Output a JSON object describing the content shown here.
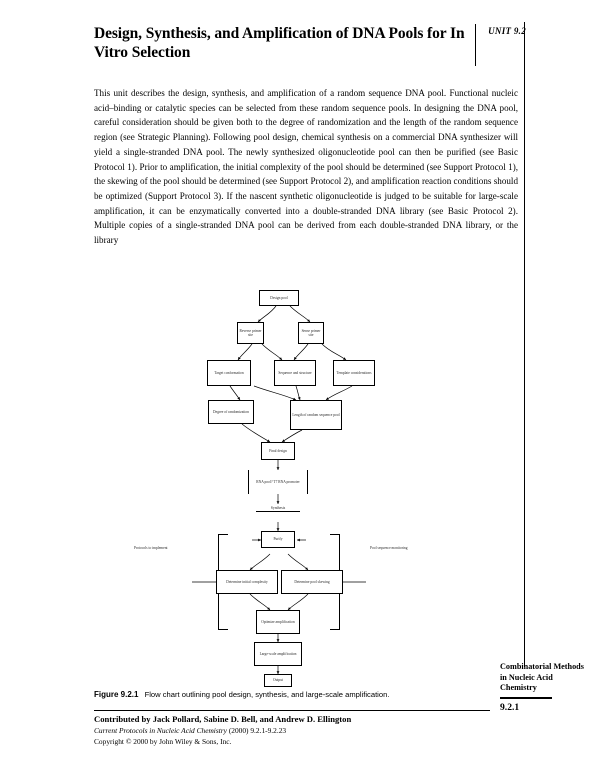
{
  "header": {
    "title": "Design, Synthesis, and Amplification of DNA Pools for In Vitro Selection",
    "unit_label": "UNIT 9.2"
  },
  "body": {
    "paragraph": "This unit describes the design, synthesis, and amplification of a random sequence DNA pool. Functional nucleic acid–binding or catalytic species can be selected from these random sequence pools. In designing the DNA pool, careful consideration should be given both to the degree of randomization and the length of the random sequence region (see Strategic Planning). Following pool design, chemical synthesis on a commercial DNA synthesizer will yield a single-stranded DNA pool. The newly synthesized oligonucleotide pool can then be purified (see Basic Protocol 1). Prior to amplification, the initial complexity of the pool should be determined (see Support Protocol 1), the skewing of the pool should be determined (see Support Protocol 2), and amplification reaction conditions should be optimized (Support Protocol 3). If the nascent synthetic oligonucleotide is judged to be suitable for large-scale amplification, it can be enzymatically converted into a double-stranded DNA library (see Basic Protocol 2). Multiple copies of a single-stranded DNA pool can be derived from each double-stranded DNA library, or the library"
  },
  "figure": {
    "caption_label": "Figure 9.2.1",
    "caption_text": "Flow chart outlining pool design, synthesis, and large-scale amplification.",
    "chart_type": "flowchart",
    "nodes": [
      {
        "id": "design-pool",
        "label": "Design pool",
        "shape": "box"
      },
      {
        "id": "reverse-primer",
        "label": "Reverse primer site",
        "shape": "box"
      },
      {
        "id": "sense-primer",
        "label": "Sense primer site",
        "shape": "box"
      },
      {
        "id": "target-conformation",
        "label": "Target conformation",
        "shape": "box"
      },
      {
        "id": "sequence-structure",
        "label": "Sequence and structure",
        "shape": "box"
      },
      {
        "id": "template-consider",
        "label": "Template considerations",
        "shape": "box"
      },
      {
        "id": "degree-random",
        "label": "Degree of randomization",
        "shape": "box"
      },
      {
        "id": "length-random",
        "label": "Length of random sequence pool",
        "shape": "box"
      },
      {
        "id": "final-design",
        "label": "Final design",
        "shape": "box"
      },
      {
        "id": "rna-pool",
        "label": "RNA pool? T7 RNA promoter",
        "shape": "bracket"
      },
      {
        "id": "synthesis",
        "label": "Synthesis",
        "shape": "underline"
      },
      {
        "id": "purify",
        "label": "Purify",
        "shape": "box"
      },
      {
        "id": "determine-complex",
        "label": "Determine initial complexity",
        "shape": "box"
      },
      {
        "id": "determine-skewing",
        "label": "Determine pool skewing",
        "shape": "box"
      },
      {
        "id": "optimize-amp",
        "label": "Optimize amplification",
        "shape": "box"
      },
      {
        "id": "large-scale-amp",
        "label": "Large-scale amplification",
        "shape": "box"
      },
      {
        "id": "output",
        "label": "Output",
        "shape": "box"
      }
    ],
    "side_labels": [
      {
        "id": "left-bracket-label",
        "label": "Protocols to implement"
      },
      {
        "id": "right-bracket-label",
        "label": "Pool sequence monitoring"
      }
    ],
    "edges": [
      {
        "from": "design-pool",
        "to": "reverse-primer"
      },
      {
        "from": "design-pool",
        "to": "sense-primer"
      },
      {
        "from": "reverse-primer",
        "to": "target-conformation"
      },
      {
        "from": "reverse-primer",
        "to": "sequence-structure"
      },
      {
        "from": "sense-primer",
        "to": "sequence-structure"
      },
      {
        "from": "sense-primer",
        "to": "template-consider"
      },
      {
        "from": "target-conformation",
        "to": "degree-random"
      },
      {
        "from": "target-conformation",
        "to": "length-random"
      },
      {
        "from": "sequence-structure",
        "to": "length-random"
      },
      {
        "from": "template-consider",
        "to": "length-random"
      },
      {
        "from": "degree-random",
        "to": "final-design"
      },
      {
        "from": "length-random",
        "to": "final-design"
      },
      {
        "from": "final-design",
        "to": "rna-pool"
      },
      {
        "from": "rna-pool",
        "to": "synthesis"
      },
      {
        "from": "synthesis",
        "to": "purify"
      },
      {
        "from": "purify",
        "to": "determine-complex"
      },
      {
        "from": "purify",
        "to": "determine-skewing"
      },
      {
        "from": "determine-complex",
        "to": "optimize-amp"
      },
      {
        "from": "determine-skewing",
        "to": "optimize-amp"
      },
      {
        "from": "optimize-amp",
        "to": "large-scale-amp"
      },
      {
        "from": "large-scale-amp",
        "to": "output"
      }
    ]
  },
  "footer": {
    "contributors": "Contributed by Jack Pollard, Sabine D. Bell, and Andrew D. Ellington",
    "journal_italic": "Current Protocols in Nucleic Acid Chemistry",
    "journal_plain": "(2000) 9.2.1-9.2.23",
    "copyright": "Copyright © 2000 by John Wiley & Sons, Inc."
  },
  "margin": {
    "series_title": "Combinatorial Methods in Nucleic Acid Chemistry",
    "page_number": "9.2.1"
  }
}
